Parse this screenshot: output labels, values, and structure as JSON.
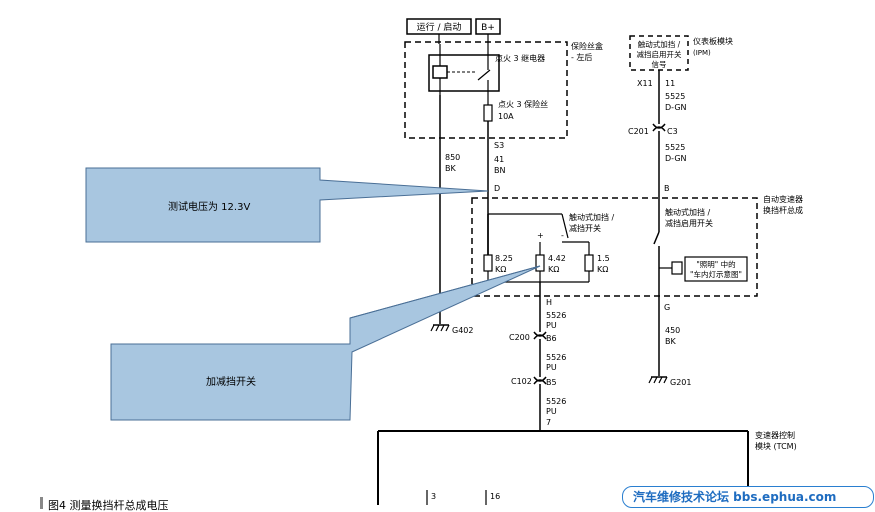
{
  "diagram": {
    "top_labels": {
      "run_start": "运行 / 启动",
      "b_plus": "B+"
    },
    "fuse_box": {
      "title_l1": "保险丝盒",
      "title_l2": "- 左后",
      "relay_label": "点火 3 继电器",
      "fuse_label": "点火 3 保险丝",
      "fuse_rating": "10A"
    },
    "left_wire": {
      "gauge": "850",
      "color": "BK",
      "ground": "G402"
    },
    "center_wire": {
      "pin": "S3",
      "gauge": "41",
      "color": "BN",
      "node": "D"
    },
    "ipm": {
      "dashed_text_l1": "触动式加挡 /",
      "dashed_text_l2": "减挡启用开关",
      "dashed_text_l3": "信号",
      "title_l1": "仪表板模块",
      "title_l2": "(IPM)",
      "connector": "X11",
      "pin": "11",
      "wire_gauge": "5525",
      "wire_color": "D-GN",
      "connector2_left": "C201",
      "connector2_right": "C3",
      "wire2_gauge": "5525",
      "wire2_color": "D-GN",
      "pin_b": "B"
    },
    "shifter": {
      "title_l1": "自动变速器",
      "title_l2": "换挡杆总成",
      "switch_label_l1": "触动式加挡 /",
      "switch_label_l2": "减挡开关",
      "enable_switch_l1": "触动式加挡 /",
      "enable_switch_l2": "减挡启用开关",
      "lighting_l1": "\"照明\" 中的",
      "lighting_l2": "\"车内灯示意图\"",
      "r1_value": "8.25",
      "r1_unit": "KΩ",
      "r2_value": "4.42",
      "r2_unit": "KΩ",
      "r3_value": "1.5",
      "r3_unit": "KΩ",
      "plus": "+",
      "minus": "-",
      "pin_h": "H",
      "pin_g": "G"
    },
    "lower_center": {
      "wire1_gauge": "5526",
      "wire1_color": "PU",
      "c200": "C200",
      "c200_pin": "B6",
      "wire2_gauge": "5526",
      "wire2_color": "PU",
      "c102": "C102",
      "c102_pin": "B5",
      "wire3_gauge": "5526",
      "wire3_color": "PU",
      "tcm_pin": "7"
    },
    "right_ground": {
      "gauge": "450",
      "color": "BK",
      "ground": "G201"
    },
    "tcm": {
      "title_l1": "变速器控制",
      "title_l2": "模块 (TCM)",
      "pin_3": "3",
      "pin_16": "16"
    }
  },
  "callouts": {
    "voltage": "测试电压为 12.3V",
    "switch": "加减挡开关"
  },
  "caption": "图4   测量换挡杆总成电压",
  "watermark": "汽车维修技术论坛 bbs.ephua.com",
  "colors": {
    "callout_fill": "#a8c6e0",
    "callout_border": "#4a6f96",
    "watermark": "#1e6cc0"
  }
}
